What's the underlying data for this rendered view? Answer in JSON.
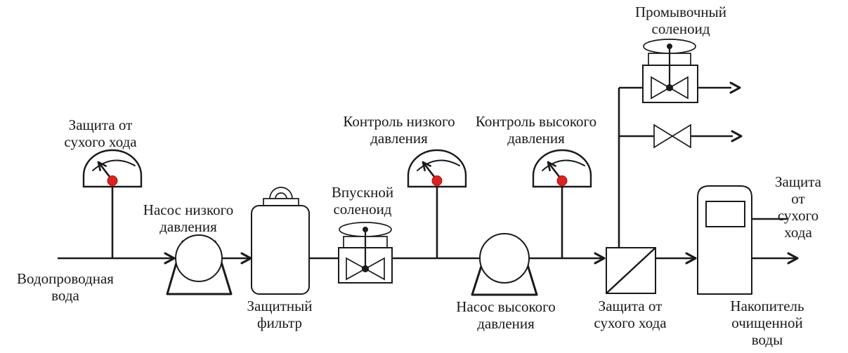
{
  "diagram": {
    "kind": "process-flow-diagram",
    "language": "ru"
  },
  "colors": {
    "line": "#1a1a1a",
    "indicator_red": "#e02020",
    "background": "#ffffff"
  },
  "nodes": [
    {
      "id": "tap-water-source",
      "symbol": "flow-line",
      "label": "Водопроводная\nвода"
    },
    {
      "id": "dry-run-protection-inlet",
      "symbol": "gauge-icon",
      "label": "Защита от\nсухого хода"
    },
    {
      "id": "low-pressure-pump",
      "symbol": "pump-icon",
      "label": "Насос низкого\nдавления"
    },
    {
      "id": "protective-filter",
      "symbol": "filter-icon",
      "label": "Защитный\nфильтр"
    },
    {
      "id": "inlet-solenoid",
      "symbol": "solenoid-valve-icon",
      "label": "Впускной\nсоленоид"
    },
    {
      "id": "low-pressure-control",
      "symbol": "gauge-icon",
      "label": "Контроль низкого\nдавления"
    },
    {
      "id": "high-pressure-control",
      "symbol": "gauge-icon",
      "label": "Контроль высокого\nдавления"
    },
    {
      "id": "high-pressure-pump",
      "symbol": "pump-icon",
      "label": "Насос высокого\nдавления"
    },
    {
      "id": "dry-run-protection-membrane",
      "symbol": "membrane-icon",
      "label": "Защита от\nсухого хода"
    },
    {
      "id": "flush-solenoid",
      "symbol": "solenoid-valve-icon",
      "label": "Промывочный\nсоленоид"
    },
    {
      "id": "manual-valve",
      "symbol": "valve-icon",
      "label": ""
    },
    {
      "id": "purified-water-storage",
      "symbol": "tank-icon",
      "label": "Накопитель\nочищенной\nводы"
    },
    {
      "id": "dry-run-protection-tank",
      "symbol": "sensor-line",
      "label": "Защита от\nсухого хода"
    }
  ]
}
